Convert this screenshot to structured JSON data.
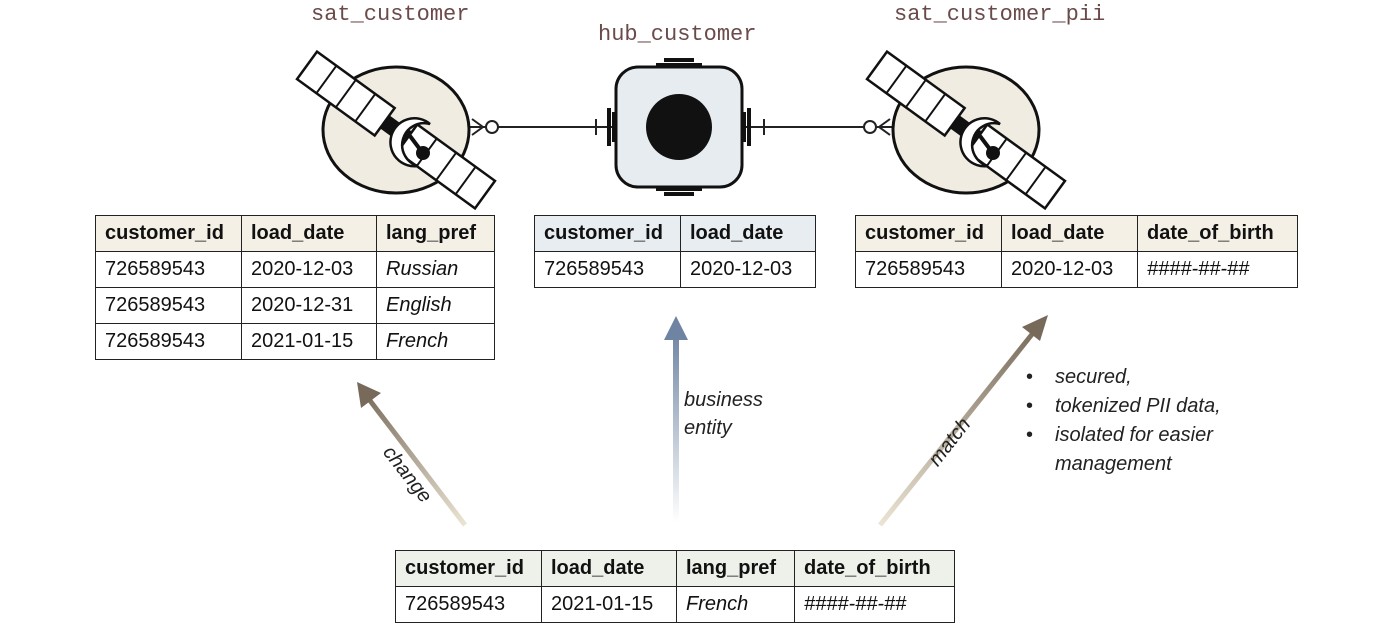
{
  "titles": {
    "sat_customer": "sat_customer",
    "hub_customer": "hub_customer",
    "sat_customer_pii": "sat_customer_pii"
  },
  "sat_customer_table": {
    "headers": [
      "customer_id",
      "load_date",
      "lang_pref"
    ],
    "rows": [
      [
        "726589543",
        "2020-12-03",
        "Russian"
      ],
      [
        "726589543",
        "2020-12-31",
        "English"
      ],
      [
        "726589543",
        "2021-01-15",
        "French"
      ]
    ]
  },
  "hub_customer_table": {
    "headers": [
      "customer_id",
      "load_date"
    ],
    "rows": [
      [
        "726589543",
        "2020-12-03"
      ]
    ]
  },
  "sat_customer_pii_table": {
    "headers": [
      "customer_id",
      "load_date",
      "date_of_birth"
    ],
    "rows": [
      [
        "726589543",
        "2020-12-03",
        "####-##-##"
      ]
    ]
  },
  "source_table": {
    "headers": [
      "customer_id",
      "load_date",
      "lang_pref",
      "date_of_birth"
    ],
    "rows": [
      [
        "726589543",
        "2021-01-15",
        "French",
        "####-##-##"
      ]
    ]
  },
  "arrow_labels": {
    "change": "change",
    "business_entity_line1": "business",
    "business_entity_line2": "entity",
    "match": "match"
  },
  "notes": [
    "secured,",
    "tokenized PII data,",
    "isolated for easier",
    "management"
  ],
  "colors": {
    "title": "#6b4a4a",
    "satellite_fill": "#f1ece1",
    "hub_fill": "#e7ecf0",
    "arrow_brown": "#7a6c5c",
    "arrow_blue": "#6e84a2"
  }
}
